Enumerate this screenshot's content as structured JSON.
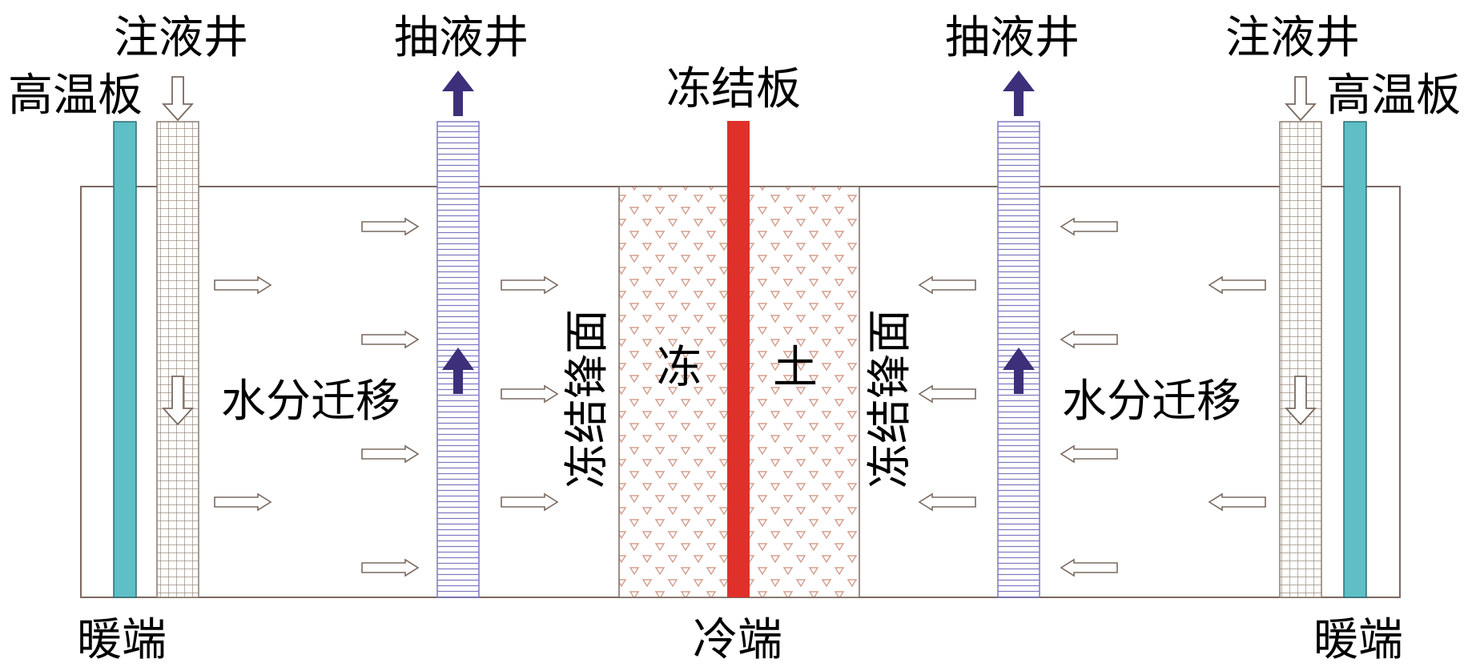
{
  "labels": {
    "injection_well_left": "注液井",
    "injection_well_right": "注液井",
    "high_temp_plate_left": "高温板",
    "high_temp_plate_right": "高温板",
    "extraction_well_left": "抽液井",
    "extraction_well_right": "抽液井",
    "freezing_plate": "冻结板",
    "water_migration_left": "水分迁移",
    "water_migration_right": "水分迁移",
    "freezing_front_left": "冻结锋面",
    "freezing_front_right": "冻结锋面",
    "frozen_soil_left_char": "冻",
    "frozen_soil_right_char": "土",
    "warm_end_left": "暖端",
    "warm_end_right": "暖端",
    "cold_end": "冷端"
  },
  "colors": {
    "high_temp_plate": "#5ebfc7",
    "freezing_plate": "#e0302a",
    "extraction_arrow": "#3d2f7a",
    "extraction_well_stripes": "#7b78c0",
    "injection_well_grid": "#8a7a6c",
    "frozen_soil_triangles": "#d4a090",
    "box_border": "#7a6a60"
  },
  "icons": {
    "flow_arrow": "hollow-right-left-arrow",
    "injection_arrow": "hollow-down-arrow",
    "extraction_arrow": "solid-up-arrow"
  }
}
